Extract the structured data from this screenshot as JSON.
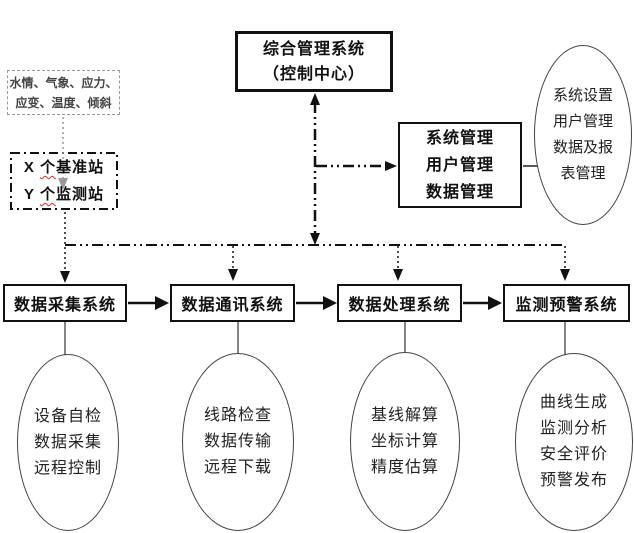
{
  "diagram": {
    "title_box": {
      "line1": "综合管理系统",
      "line2": "（控制中心）"
    },
    "sensor_box": {
      "line1": "水情、气象、应力、",
      "line2": "应变、温度、倾斜"
    },
    "station_box": {
      "line1_prefix": "X ",
      "line1_mark": "个",
      "line1_rest": "基准站",
      "line2_prefix": "Y ",
      "line2_mark": "个",
      "line2_rest": "监测站"
    },
    "admin_box": {
      "line1": "系统管理",
      "line2": "用户管理",
      "line3": "数据管理"
    },
    "admin_ellipse": {
      "line1": "系统设置",
      "line2": "用户管理",
      "line3": "数据及报",
      "line4": "表管理"
    },
    "system_boxes": [
      {
        "label": "数据采集系统"
      },
      {
        "label": "数据通讯系统"
      },
      {
        "label": "数据处理系统"
      },
      {
        "label": "监测预警系统"
      }
    ],
    "function_ellipses": [
      {
        "lines": [
          "设备自检",
          "数据采集",
          "远程控制"
        ]
      },
      {
        "lines": [
          "线路检查",
          "数据传输",
          "远程下载"
        ]
      },
      {
        "lines": [
          "基线解算",
          "坐标计算",
          "精度估算"
        ]
      },
      {
        "lines": [
          "曲线生成",
          "监测分析",
          "安全评价",
          "预警发布"
        ]
      }
    ],
    "colors": {
      "line": "#111111",
      "gray_line": "#999999",
      "spellcheck_underline": "#e03131",
      "background": "#ffffff"
    }
  }
}
